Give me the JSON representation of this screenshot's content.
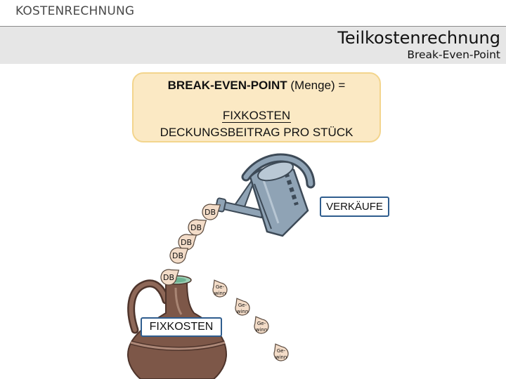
{
  "header": {
    "top_title": "KOSTENRECHNUNG",
    "title": "Teilkostenrechnung",
    "subtitle": "Break-Even-Point"
  },
  "formula": {
    "head_bold": "BREAK-EVEN-POINT",
    "head_rest": " (Menge) =",
    "numerator": "FIXKOSTEN",
    "denominator": "DECKUNGSBEITRAG PRO STÜCK"
  },
  "labels": {
    "verkaeufe": "VERKÄUFE",
    "fixkosten": "FIXKOSTEN"
  },
  "drops": {
    "db_label": "DB",
    "db_count": 5,
    "gewinn_line1": "Ge-",
    "gewinn_line2": "winn",
    "gewinn_count": 4
  },
  "colors": {
    "can_fill": "#8fa3b5",
    "jug_fill": "#7d5748",
    "drop_fill": "#f3dcc8",
    "box_fill": "#fbe9c4",
    "box_border": "#f3d58d",
    "label_border": "#2f5d8e"
  },
  "icons": {
    "can": "watering-can-icon",
    "jug": "jug-icon"
  }
}
